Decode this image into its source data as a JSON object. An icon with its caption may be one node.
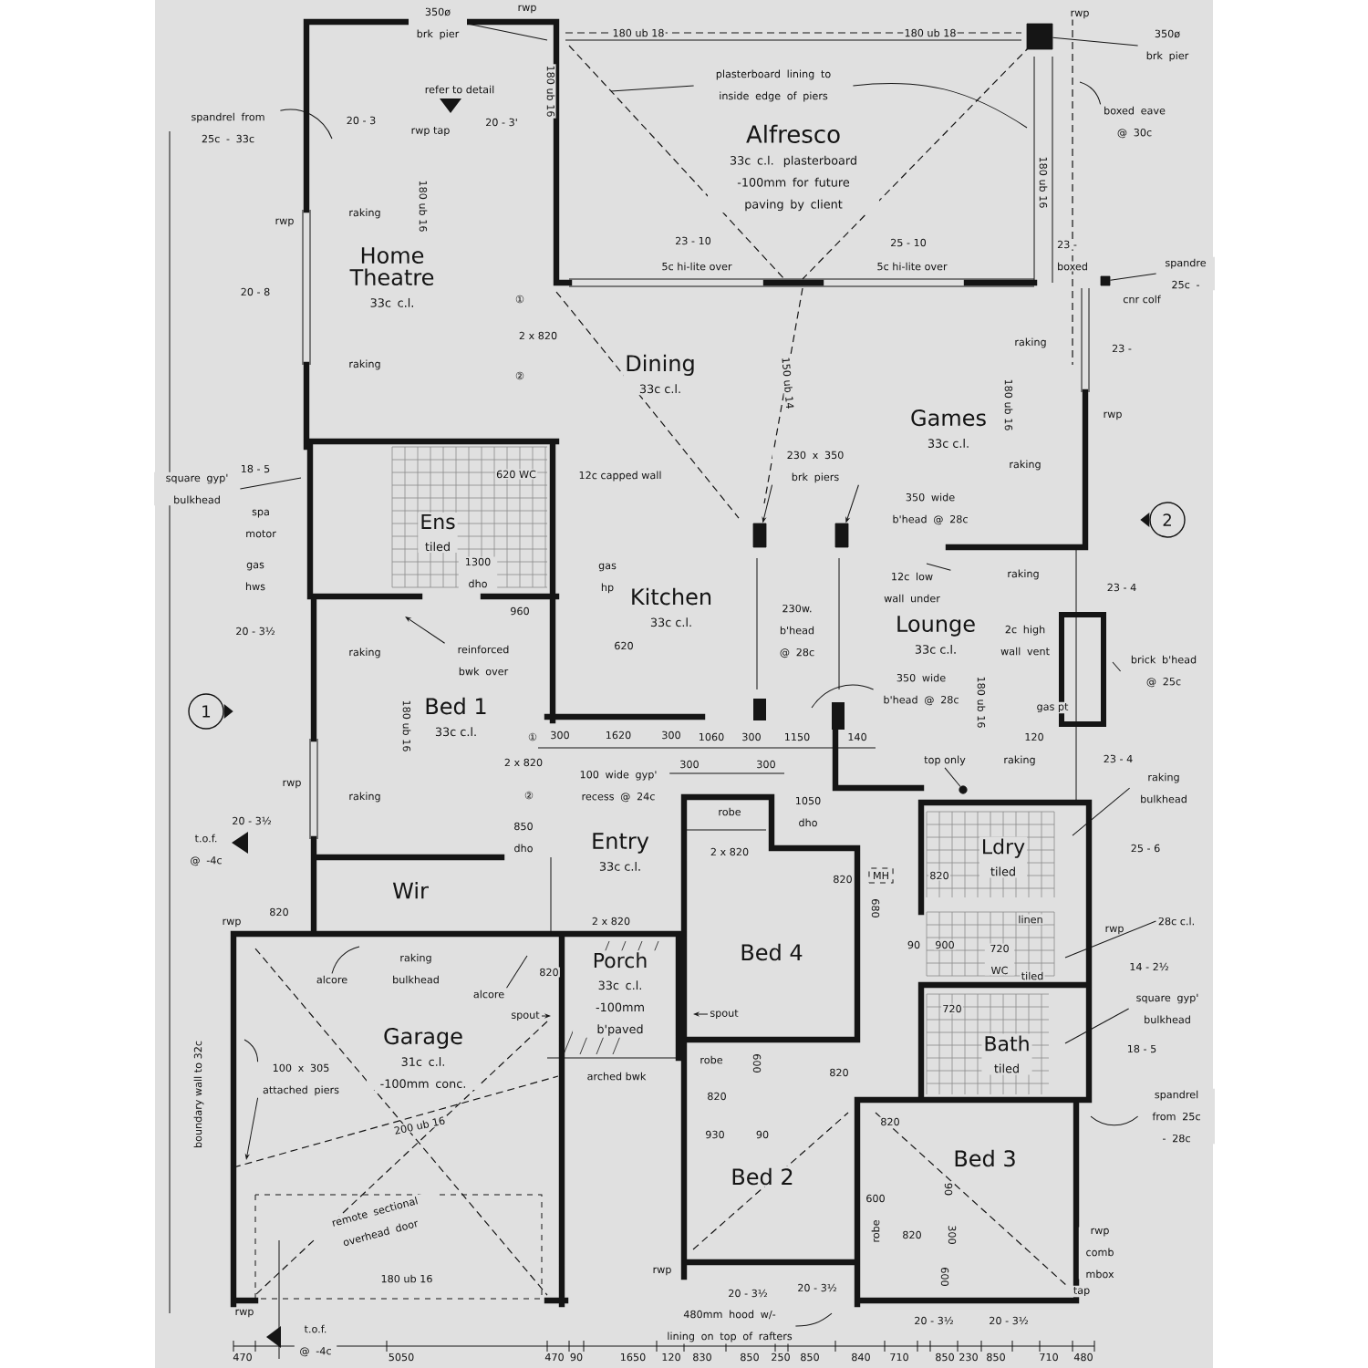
{
  "diagram": {
    "nodes": [
      {
        "text": [
          "350ø brk pier"
        ]
      },
      {
        "text": [
          "350ø brk pier"
        ]
      },
      {
        "text": [
          "spandrel from 25c - 33c"
        ]
      },
      {
        "text": [
          "plasterboard lining to inside edge of piers"
        ]
      },
      {
        "text": [
          "Alfresco",
          "33c c.l. plasterboard -100mm for future paving by client"
        ]
      },
      {
        "text": [
          "boxed eave @ 30c"
        ]
      },
      {
        "text": [
          "Home Theatre",
          "33c c.l."
        ]
      },
      {
        "text": [
          "spandre 25c -"
        ]
      },
      {
        "text": [
          "Dining",
          "33c c.l."
        ]
      },
      {
        "text": [
          "Games",
          "33c c.l."
        ]
      },
      {
        "text": [
          "square gyp' bulkhead"
        ]
      },
      {
        "text": [
          "230 x 350 brk piers"
        ]
      },
      {
        "text": [
          "2"
        ]
      },
      {
        "text": [
          "Ens",
          "tiled"
        ]
      },
      {
        "text": [
          "12c low wall under"
        ]
      },
      {
        "text": [
          "Kitchen",
          "33c c.l."
        ]
      },
      {
        "text": [
          "Lounge",
          "33c c.l."
        ]
      },
      {
        "text": [
          "reinforced bwk over"
        ]
      },
      {
        "text": [
          "brick b'head @ 25c"
        ]
      },
      {
        "text": [
          "350 wide b'head @ 28c"
        ]
      },
      {
        "text": [
          "1"
        ]
      },
      {
        "text": [
          "Bed 1",
          "33c c.l."
        ]
      },
      {
        "text": [
          "top only"
        ]
      },
      {
        "text": [
          "raking bulkhead"
        ]
      },
      {
        "text": [
          "Entry",
          "33c c.l."
        ]
      },
      {
        "text": [
          "Ldry",
          "tiled"
        ]
      },
      {
        "text": [
          "Wir"
        ]
      },
      {
        "text": [
          "28c c.l."
        ]
      },
      {
        "text": [
          "Bed 4"
        ]
      },
      {
        "text": [
          "alcore"
        ]
      },
      {
        "text": [
          "alcore"
        ]
      },
      {
        "text": [
          "Porch",
          "33c c.l. -100mm b'paved"
        ]
      },
      {
        "text": [
          "square gyp' bulkhead"
        ]
      },
      {
        "text": [
          "spout"
        ]
      },
      {
        "text": [
          "spout"
        ]
      },
      {
        "text": [
          "Garage",
          "31c c.l. -100mm conc."
        ]
      },
      {
        "text": [
          "Bath",
          "tiled"
        ]
      },
      {
        "text": [
          "100 x 305 attached piers"
        ]
      },
      {
        "text": [
          "spandrel from 25c - 28c"
        ]
      },
      {
        "text": [
          "Bed 2"
        ]
      },
      {
        "text": [
          "Bed 3"
        ]
      },
      {
        "text": [
          "480mm hood w/- lining on top of rafters"
        ]
      },
      {
        "text": [
          "MH"
        ]
      },
      {
        "text": [],
        "shape": "box"
      },
      {
        "text": [],
        "shape": "box"
      },
      {
        "text": [],
        "shape": "box"
      },
      {
        "text": [],
        "shape": "box"
      },
      {
        "text": [],
        "shape": "circle"
      }
    ],
    "edges": [
      {
        "from": 0,
        "to": null,
        "arrow": "none"
      },
      {
        "from": 1,
        "to": 43,
        "arrow": "none"
      },
      {
        "from": 2,
        "to": null,
        "arrow": "none"
      },
      {
        "from": 3,
        "to": null,
        "arrow": "none"
      },
      {
        "from": 3,
        "to": null,
        "arrow": "none"
      },
      {
        "from": 5,
        "to": null,
        "arrow": "none"
      },
      {
        "from": 7,
        "to": 44,
        "arrow": "none"
      },
      {
        "from": 10,
        "to": null,
        "arrow": "none"
      },
      {
        "from": 11,
        "to": 45,
        "arrow": "to"
      },
      {
        "from": 11,
        "to": 46,
        "arrow": "to"
      },
      {
        "from": 14,
        "to": null,
        "arrow": "none"
      },
      {
        "from": 17,
        "to": null,
        "arrow": "to"
      },
      {
        "from": 18,
        "to": null,
        "arrow": "none"
      },
      {
        "from": 19,
        "to": null,
        "arrow": "none"
      },
      {
        "from": 22,
        "to": 47,
        "arrow": "none"
      },
      {
        "from": 23,
        "to": null,
        "arrow": "none"
      },
      {
        "from": 27,
        "to": null,
        "arrow": "none"
      },
      {
        "from": 29,
        "to": null,
        "arrow": "none"
      },
      {
        "from": 30,
        "to": null,
        "arrow": "none"
      },
      {
        "from": 32,
        "to": null,
        "arrow": "none"
      },
      {
        "from": 33,
        "to": null,
        "arrow": "to"
      },
      {
        "from": 34,
        "to": null,
        "arrow": "to"
      },
      {
        "from": 37,
        "to": null,
        "arrow": "none"
      },
      {
        "from": 37,
        "to": null,
        "arrow": "to"
      },
      {
        "from": 38,
        "to": null,
        "arrow": "none"
      },
      {
        "from": 41,
        "to": null,
        "arrow": "none"
      }
    ],
    "labels": [
      "180 ub 18",
      "180 ub 18",
      "180 ub 16",
      "refer to detail",
      "20 - 3",
      "rwp tap",
      "20 - 3'",
      "180 ub 16",
      "rwp",
      "raking",
      "20 - 8",
      "①",
      "2 x 820",
      "②",
      "raking",
      "23 - 10",
      "5c hi-lite over",
      "25 - 10",
      "5c hi-lite over",
      "180 ub 16",
      "23 -",
      "boxed",
      "cnr colf",
      "23 -",
      "raking",
      "rwp",
      "150 ub 14",
      "180 ub 16",
      "18 - 5",
      "620 WC",
      "12c capped wall",
      "raking",
      "spa motor",
      "gas hws",
      "1300 dho",
      "gas hp",
      "960",
      "20 - 3½",
      "raking",
      "620",
      "350 wide b'head @ 28c",
      "230w. b'head @ 28c",
      "2c high wall vent",
      "23 - 4",
      "raking",
      "180 ub 16",
      "180 ub 16",
      "gas pt",
      "120",
      "raking",
      "23 - 4",
      "rwp",
      "raking",
      "20 - 3½",
      "t.o.f. @ -4c",
      "①",
      "300",
      "1620",
      "300",
      "1060",
      "300",
      "1150",
      "140",
      "2 x 820",
      "②",
      "100 wide gyp' recess @ 24c",
      "300",
      "300",
      "850 dho",
      "robe",
      "1050 dho",
      "2 x 820",
      "820",
      "820",
      "25 - 6",
      "rwp",
      "820",
      "2 x 820",
      "680",
      "linen",
      "raking bulkhead",
      "820",
      "90",
      "900",
      "720 WC",
      "tiled",
      "rwp",
      "14 - 2½",
      "720",
      "18 - 5",
      "arched bwk",
      "200 ub 16",
      "robe",
      "600",
      "820",
      "820",
      "930",
      "90",
      "820",
      "remote sectional overhead door",
      "boundary wall to 32c",
      "180 ub 16",
      "600",
      "90",
      "robe",
      "820",
      "300",
      "600",
      "rwp comb mbox",
      "tap",
      "rwp",
      "t.o.f. @ -4c",
      "rwp",
      "20 - 3½",
      "20 - 3½",
      "20 - 3½",
      "20 - 3½",
      "470",
      "5050",
      "470",
      "90",
      "1650",
      "120",
      "830",
      "850",
      "250",
      "850",
      "840",
      "710",
      "850",
      "230",
      "850",
      "710",
      "480",
      "rwp",
      "rwp"
    ]
  }
}
